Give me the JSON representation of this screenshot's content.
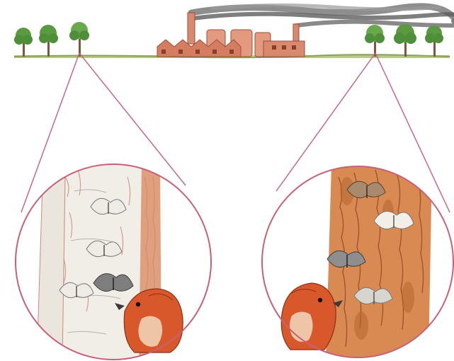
{
  "illustration": {
    "subject": "peppered-moth-industrial-melanism",
    "left_panel": {
      "setting": "unpolluted-countryside",
      "tree_bark": "pale-lichen-covered",
      "moths_visible": [
        "pale-moth",
        "pale-moth",
        "pale-moth",
        "dark-moth"
      ],
      "predator": "bird"
    },
    "right_panel": {
      "setting": "near-factory-polluted",
      "tree_bark": "dark-sooty",
      "moths_visible": [
        "pale-moth",
        "pale-moth",
        "dark-moth",
        "dark-moth"
      ],
      "predator": "bird"
    },
    "colors": {
      "ground_line": "#8aa15a",
      "zoom_lines": "#c7607a",
      "factory_brick": "#d98a6e",
      "smoke": "#6b6b6b",
      "tree_green": "#4f8f3a",
      "pale_bark": "#ece8e0",
      "dark_bark": "#c9763e",
      "bird_orange": "#d9582b"
    }
  }
}
